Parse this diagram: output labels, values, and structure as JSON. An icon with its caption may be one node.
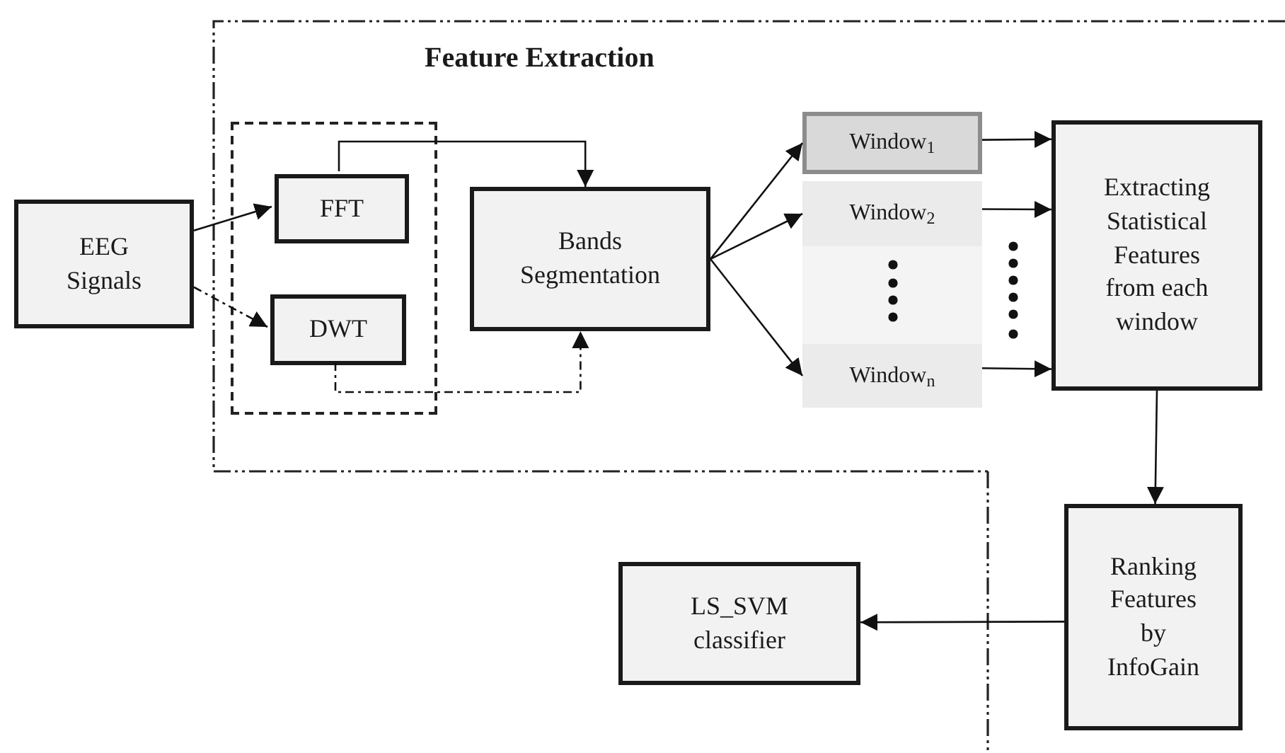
{
  "diagram": {
    "nodes": [
      {
        "text": [
          "Feature Extraction"
        ]
      },
      {
        "text": [
          "EEG Signals"
        ]
      },
      {
        "text": [],
        "shape": "box",
        "in": 0
      },
      {
        "text": [
          "FFT"
        ],
        "in": 2
      },
      {
        "text": [
          "DWT"
        ],
        "in": 2
      },
      {
        "text": [
          "Bands Segmentation"
        ],
        "in": 0
      },
      {
        "text": [
          "Window$_{1}$"
        ],
        "in": 0
      },
      {
        "text": [
          "Window$_{2}$"
        ],
        "in": 0
      },
      {
        "text": [
          "Window$_{n}$"
        ],
        "in": 0
      },
      {
        "text": [
          "Extracting Statistical Features from each window"
        ],
        "in": 0
      },
      {
        "text": [
          "Ranking Features by InfoGain"
        ]
      },
      {
        "text": [
          "LS_SVM classifier"
        ]
      }
    ],
    "edges": [
      {
        "from": 1,
        "to": 3,
        "arrow": "to"
      },
      {
        "from": 1,
        "to": 4,
        "arrow": "to",
        "style": "dashed"
      },
      {
        "from": 3,
        "to": 5,
        "arrow": "to"
      },
      {
        "from": 4,
        "to": 5,
        "arrow": "to",
        "style": "dashed"
      },
      {
        "from": 5,
        "to": 6,
        "arrow": "to"
      },
      {
        "from": 5,
        "to": 7,
        "arrow": "to"
      },
      {
        "from": 5,
        "to": 8,
        "arrow": "to"
      },
      {
        "from": 6,
        "to": 9,
        "arrow": "to"
      },
      {
        "from": 7,
        "to": 9,
        "arrow": "to"
      },
      {
        "from": 8,
        "to": 9,
        "arrow": "to"
      },
      {
        "from": 9,
        "to": 10,
        "arrow": "to"
      },
      {
        "from": 10,
        "to": 11,
        "arrow": "to"
      }
    ]
  }
}
